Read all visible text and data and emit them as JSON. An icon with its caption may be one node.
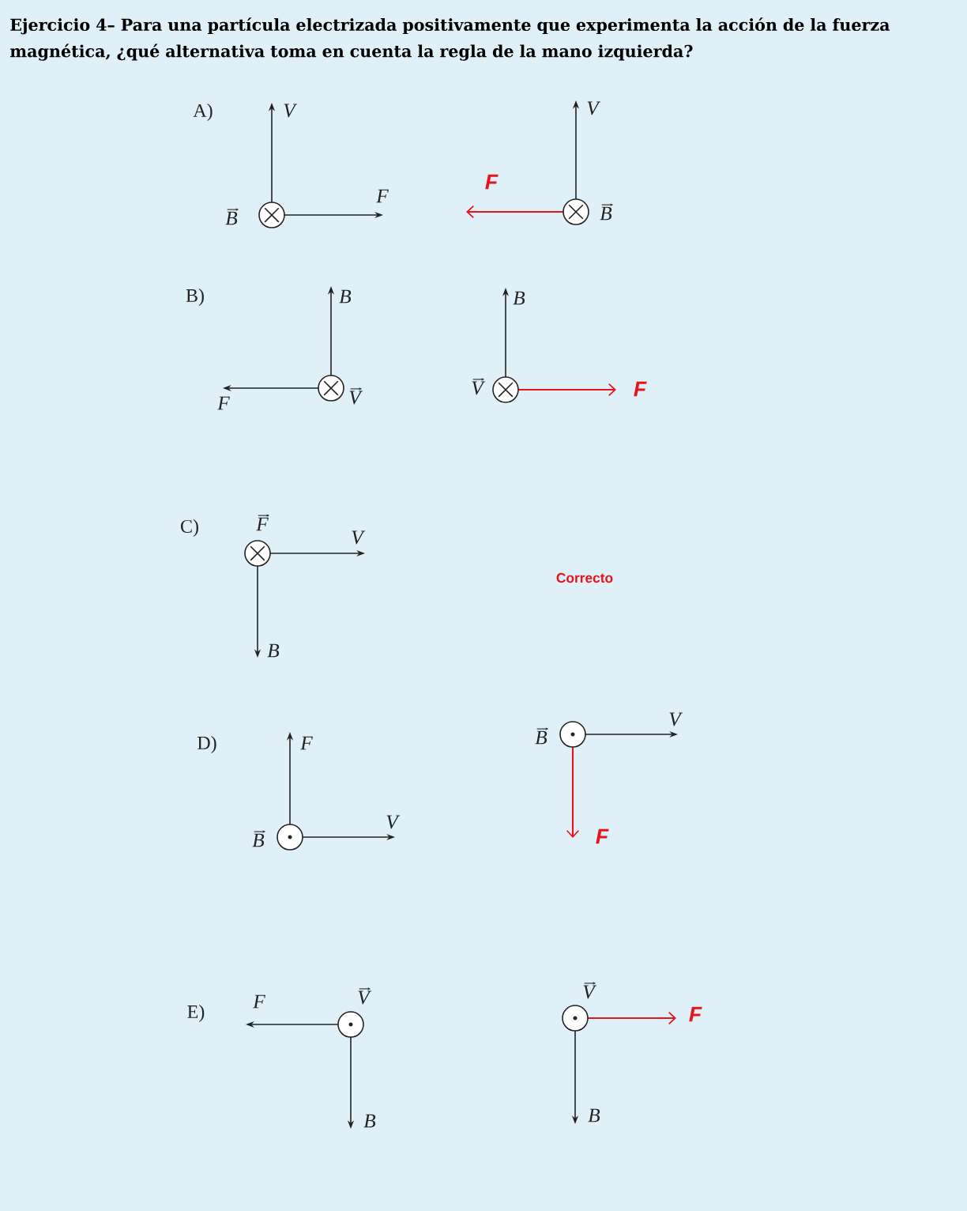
{
  "diagram": {
    "title": "Ejercicio 4– Para una partícula electrizada positivamente que experimenta la acción de la fuerza magnética, ¿qué alternativa toma en cuenta la regla de la mano izquierda?",
    "labels": [
      "A)",
      "V",
      "F",
      "B",
      "V",
      "F",
      "B",
      "B)",
      "B",
      "F",
      "V",
      "B",
      "V",
      "F",
      "C)",
      "F",
      "V",
      "B",
      "Correcto",
      "D)",
      "F",
      "B",
      "V",
      "B",
      "V",
      "F",
      "E)",
      "F",
      "V",
      "B",
      "V",
      "F",
      "B"
    ]
  }
}
